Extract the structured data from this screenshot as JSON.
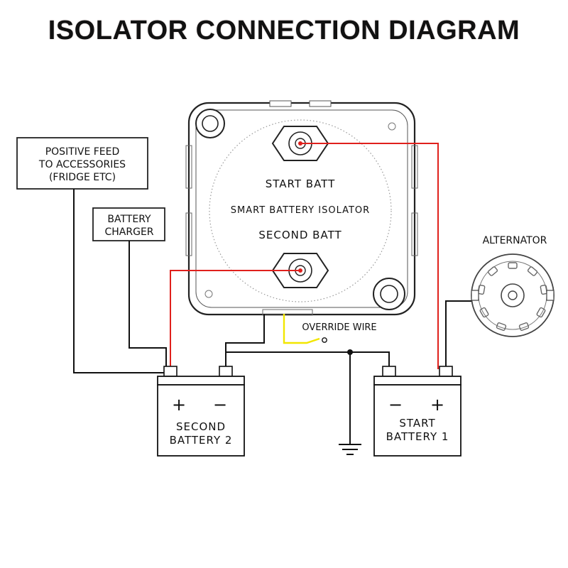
{
  "title": "ISOLATOR CONNECTION DIAGRAM",
  "labels": {
    "positive_feed": [
      "POSITIVE FEED",
      "TO ACCESSORIES",
      "(FRIDGE ETC)"
    ],
    "battery_charger": [
      "BATTERY",
      "CHARGER"
    ],
    "alternator": "ALTERNATOR",
    "override_wire": "OVERRIDE WIRE"
  },
  "isolator": {
    "start_batt": "START BATT",
    "name": "SMART BATTERY ISOLATOR",
    "second_batt": "SECOND BATT"
  },
  "batteries": {
    "second": {
      "line1": "SECOND",
      "line2": "BATTERY 2",
      "plus": "+",
      "minus": "−"
    },
    "start": {
      "line1": "START",
      "line2": "BATTERY 1",
      "plus": "+",
      "minus": "−"
    }
  },
  "colors": {
    "wire_red": "#e0201c",
    "wire_yellow": "#f2e600",
    "line": "#111111"
  }
}
